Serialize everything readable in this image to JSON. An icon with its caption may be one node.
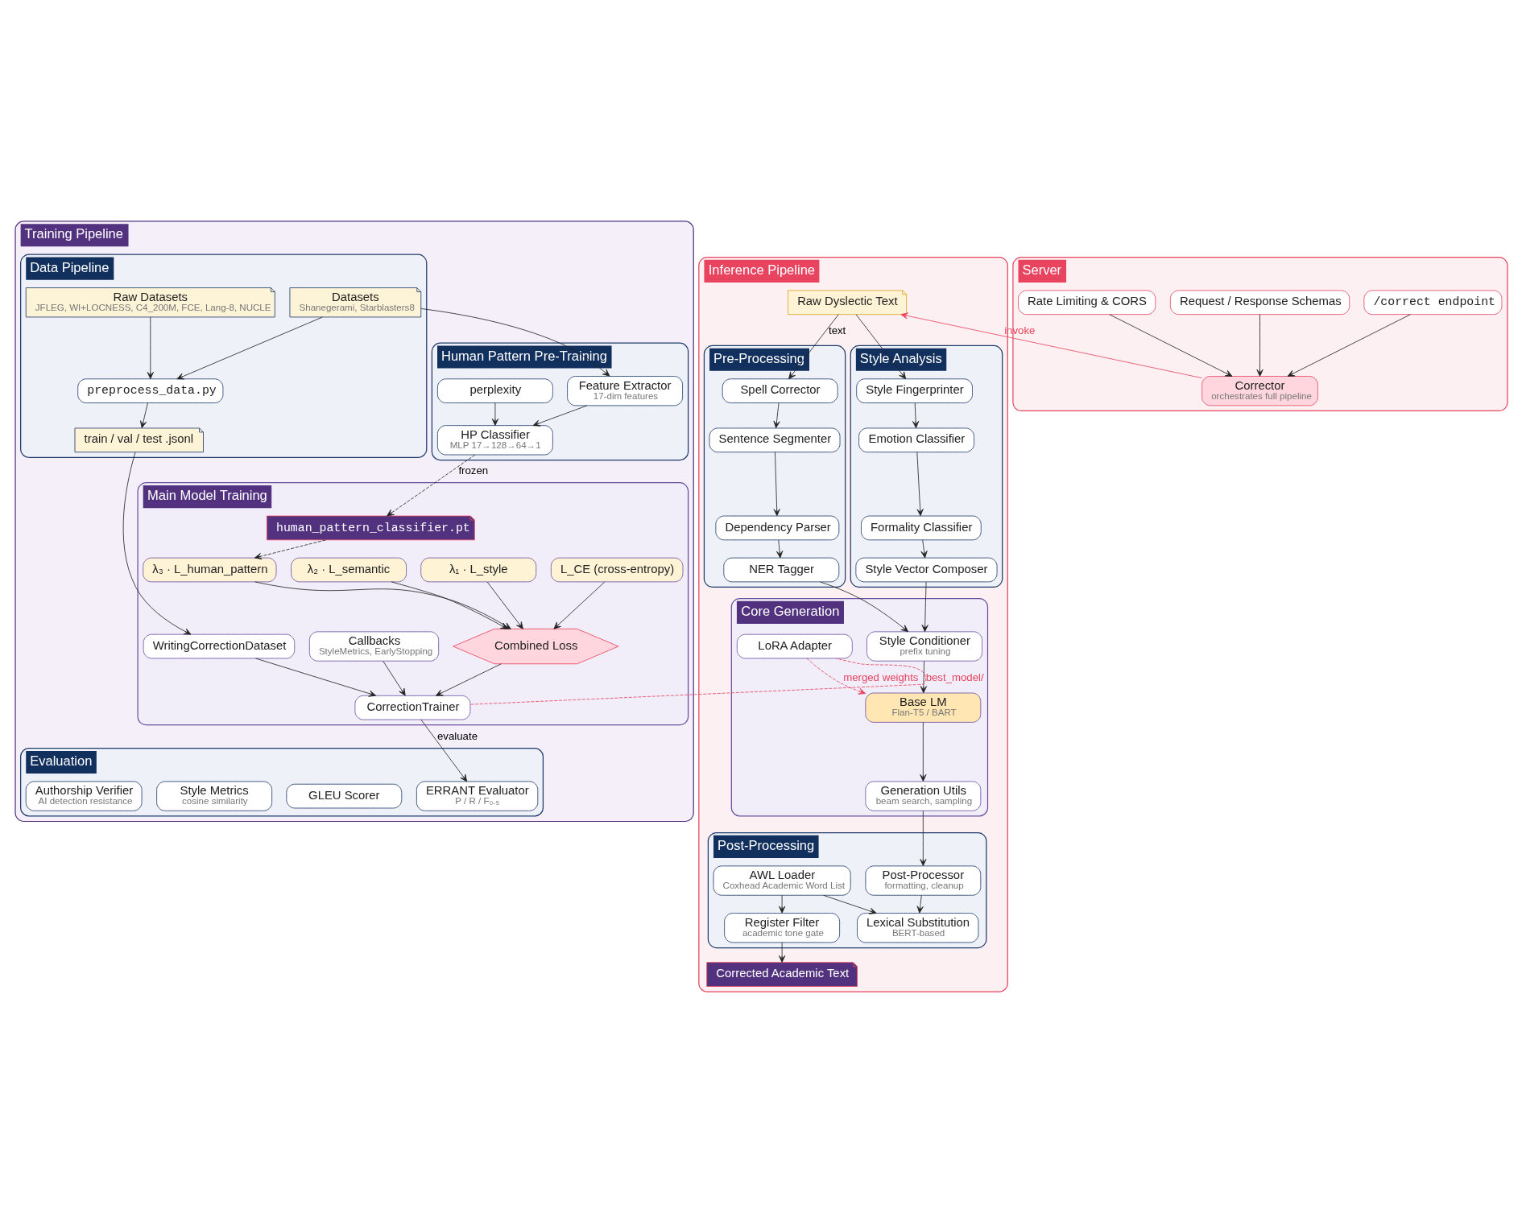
{
  "diagram": {
    "nodes": [
      {
        "text": [
          "Inference Pipeline"
        ]
      },
      {
        "text": [
          "Pre-Processing"
        ],
        "in": 0
      },
      {
        "text": [
          "Spell Corrector"
        ],
        "in": 1
      },
      {
        "text": [
          "Sentence Segmenter"
        ],
        "in": 1
      },
      {
        "text": [
          "Dependency Parser"
        ],
        "in": 1
      },
      {
        "text": [
          "NER Tagger"
        ],
        "in": 1
      },
      {
        "text": [
          "Style Analysis"
        ],
        "in": 0
      },
      {
        "text": [
          "Style Fingerprinter"
        ],
        "in": 6
      },
      {
        "text": [
          "Emotion Classifier"
        ],
        "in": 6
      },
      {
        "text": [
          "Formality Classifier"
        ],
        "in": 6
      },
      {
        "text": [
          "Style Vector Composer"
        ],
        "in": 6
      },
      {
        "text": [
          "Raw Dyslectic Text"
        ],
        "in": 0
      },
      {
        "text": [
          "Core Generation"
        ],
        "in": 0
      },
      {
        "text": [
          "Style Conditioner",
          "prefix tuning"
        ],
        "in": 12
      },
      {
        "text": [
          "Base LM",
          "Flan-T5 / BART"
        ],
        "in": 12
      },
      {
        "text": [
          "LoRA Adapter"
        ],
        "in": 12
      },
      {
        "text": [
          "Generation Utils",
          "beam search, sampling"
        ],
        "in": 12
      },
      {
        "text": [
          "Post-Processing"
        ],
        "in": 0
      },
      {
        "text": [
          "Post-Processor",
          "formatting, cleanup"
        ],
        "in": 17
      },
      {
        "text": [
          "Lexical Substitution",
          "BERT-based"
        ],
        "in": 17
      },
      {
        "text": [
          "AWL Loader",
          "Coxhead Academic Word List"
        ],
        "in": 17
      },
      {
        "text": [
          "Register Filter",
          "academic tone gate"
        ],
        "in": 17
      },
      {
        "text": [
          "Corrected Academic Text"
        ],
        "in": 0
      },
      {
        "text": [
          "Training Pipeline"
        ]
      },
      {
        "text": [
          "Data Pipeline"
        ],
        "in": 23
      },
      {
        "text": [
          "Raw Datasets",
          "JFLEG, WI+LOCNESS, C4_200M, FCE, Lang-8, NUCLE"
        ],
        "in": 24
      },
      {
        "text": [
          "Datasets",
          "Shanegerami, Starblasters8"
        ],
        "in": 24
      },
      {
        "text": [
          "preprocess_data.py"
        ],
        "in": 24
      },
      {
        "text": [
          "train / val / test .jsonl"
        ],
        "in": 24
      },
      {
        "text": [
          "Human Pattern Pre-Training"
        ],
        "in": 23
      },
      {
        "text": [
          "Feature Extractor",
          "17-dim features"
        ],
        "in": 29
      },
      {
        "text": [
          "perplexity"
        ],
        "in": 29
      },
      {
        "text": [
          "HP Classifier",
          "MLP 17→128→64→1"
        ],
        "in": 29
      },
      {
        "text": [
          "Main Model Training"
        ],
        "in": 23
      },
      {
        "text": [
          "WritingCorrectionDataset"
        ],
        "in": 33
      },
      {
        "text": [
          "CorrectionTrainer"
        ],
        "in": 33
      },
      {
        "text": [
          "L_CE (cross-entropy)"
        ],
        "in": 33
      },
      {
        "text": [
          "λ₁ · L_style"
        ],
        "in": 33
      },
      {
        "text": [
          "λ₂ · L_semantic"
        ],
        "in": 33
      },
      {
        "text": [
          "λ₃ · L_human_pattern"
        ],
        "in": 33
      },
      {
        "text": [
          "Combined Loss"
        ],
        "in": 33
      },
      {
        "text": [
          "Callbacks",
          "StyleMetrics, EarlyStopping"
        ],
        "in": 33
      },
      {
        "text": [
          "human_pattern_classifier.pt"
        ],
        "in": 33
      },
      {
        "text": [
          "Evaluation"
        ],
        "in": 23
      },
      {
        "text": [
          "ERRANT Evaluator",
          "P / R / F₀.₅"
        ],
        "in": 43
      },
      {
        "text": [
          "GLEU Scorer"
        ],
        "in": 43
      },
      {
        "text": [
          "Style Metrics",
          "cosine similarity"
        ],
        "in": 43
      },
      {
        "text": [
          "Authorship Verifier",
          "AI detection resistance"
        ],
        "in": 43
      },
      {
        "text": [
          "Server"
        ]
      },
      {
        "text": [
          "/correct endpoint"
        ],
        "in": 48
      },
      {
        "text": [
          "Request / Response Schemas"
        ],
        "in": 48
      },
      {
        "text": [
          "Rate Limiting & CORS"
        ],
        "in": 48
      },
      {
        "text": [
          "Corrector",
          "orchestrates full pipeline"
        ],
        "in": 48
      }
    ],
    "edges": [
      {
        "from": 11,
        "to": 2,
        "arrow": "to",
        "label": "text"
      },
      {
        "from": 11,
        "to": 7,
        "arrow": "to"
      },
      {
        "from": 2,
        "to": 3,
        "arrow": "to"
      },
      {
        "from": 3,
        "to": 4,
        "arrow": "to"
      },
      {
        "from": 4,
        "to": 5,
        "arrow": "to"
      },
      {
        "from": 7,
        "to": 8,
        "arrow": "to"
      },
      {
        "from": 8,
        "to": 9,
        "arrow": "to"
      },
      {
        "from": 9,
        "to": 10,
        "arrow": "to"
      },
      {
        "from": 5,
        "to": 13,
        "arrow": "to"
      },
      {
        "from": 10,
        "to": 13,
        "arrow": "to"
      },
      {
        "from": 13,
        "to": 14,
        "arrow": "to"
      },
      {
        "from": 14,
        "to": 16,
        "arrow": "to"
      },
      {
        "from": 15,
        "to": 14,
        "arrow": "to",
        "label": "merged weights",
        "style": "dashed",
        "color": "#e8435f"
      },
      {
        "from": 16,
        "to": 18,
        "arrow": "to"
      },
      {
        "from": 18,
        "to": 19,
        "arrow": "to"
      },
      {
        "from": 20,
        "to": 19,
        "arrow": "to"
      },
      {
        "from": 20,
        "to": 21,
        "arrow": "to"
      },
      {
        "from": 21,
        "to": 22,
        "arrow": "to"
      },
      {
        "from": 52,
        "to": 11,
        "arrow": "to",
        "label": "invoke",
        "color": "#e8435f"
      },
      {
        "from": 25,
        "to": 27,
        "arrow": "to"
      },
      {
        "from": 26,
        "to": 27,
        "arrow": "to"
      },
      {
        "from": 27,
        "to": 28,
        "arrow": "to"
      },
      {
        "from": 28,
        "to": 34,
        "arrow": "to"
      },
      {
        "from": 26,
        "to": 30,
        "arrow": "to"
      },
      {
        "from": 30,
        "to": 32,
        "arrow": "to"
      },
      {
        "from": 31,
        "to": 32,
        "arrow": "to"
      },
      {
        "from": 32,
        "to": 42,
        "arrow": "to",
        "label": "frozen",
        "style": "dashed"
      },
      {
        "from": 42,
        "to": 39,
        "arrow": "to",
        "style": "dashed"
      },
      {
        "from": 34,
        "to": 35,
        "arrow": "to"
      },
      {
        "from": 36,
        "to": 40,
        "arrow": "to"
      },
      {
        "from": 37,
        "to": 40,
        "arrow": "to"
      },
      {
        "from": 38,
        "to": 40,
        "arrow": "to"
      },
      {
        "from": 39,
        "to": 40,
        "arrow": "to"
      },
      {
        "from": 40,
        "to": 35,
        "arrow": "to"
      },
      {
        "from": 41,
        "to": 35,
        "arrow": "to"
      },
      {
        "from": 35,
        "to": 44,
        "arrow": "to",
        "label": "evaluate"
      },
      {
        "from": 35,
        "to": 15,
        "arrow": "none",
        "label": "best_model/",
        "style": "dashed",
        "color": "#e8435f"
      },
      {
        "from": 49,
        "to": 52,
        "arrow": "to"
      },
      {
        "from": 50,
        "to": 52,
        "arrow": "to"
      },
      {
        "from": 51,
        "to": 52,
        "arrow": "to"
      }
    ]
  }
}
